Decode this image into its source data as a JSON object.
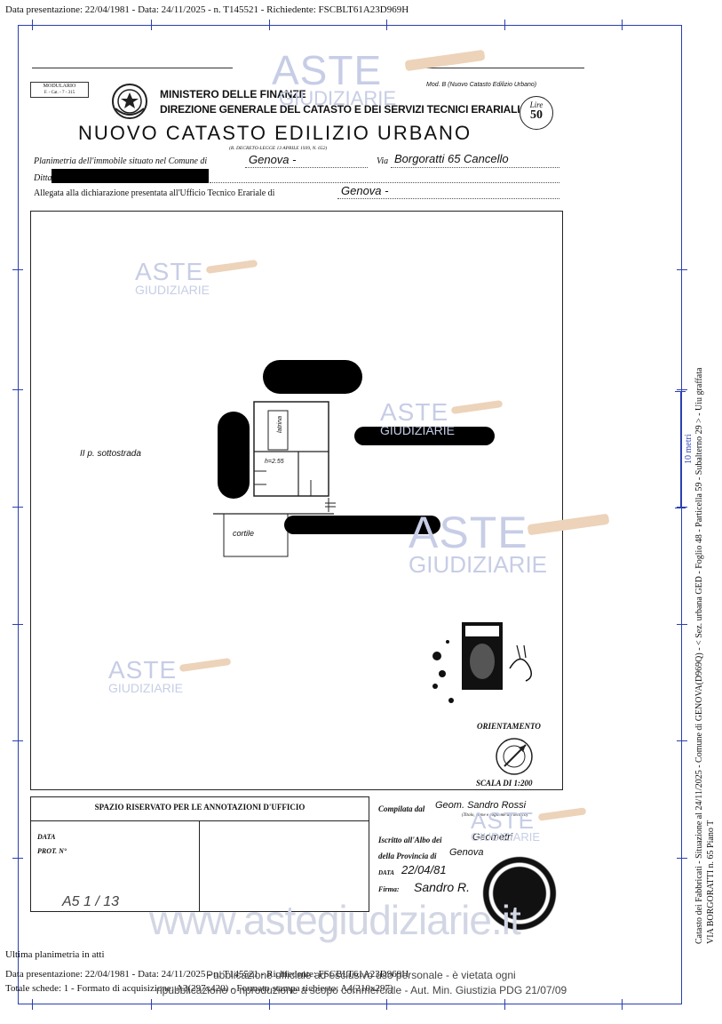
{
  "header": {
    "top_line": "Data presentazione: 22/04/1981 - Data: 24/11/2025 - n. T145521 - Richiedente: FSCBLT61A23D969H"
  },
  "form": {
    "modulario": "MODULARIO",
    "modulario_code": "F. - Cat. - 7 - 315",
    "mod_ref": "Mod. B (Nuovo Catasto Edilizio Urbano)",
    "ministry": "MINISTERO DELLE FINANZE",
    "direction": "DIREZIONE GENERALE DEL CATASTO E DEI SERVIZI TECNICI ERARIALI",
    "main_title": "NUOVO CATASTO EDILIZIO URBANO",
    "decree": "(R. DECRETO-LEGGE 13 APRILE 1939, N. 652)",
    "stamp_label": "Lire",
    "stamp_value": "50",
    "line1_label": "Planimetria dell'immobile situato nel Comune di",
    "line1_comune": "Genova -",
    "line1_via_label": "Via",
    "line1_via": "Borgoratti 65 Cancello",
    "line2_label": "Ditta",
    "line3_label": "Allegata alla dichiarazione presentata all'Ufficio Tecnico Erariale di",
    "line3_value": "Genova -"
  },
  "plan": {
    "floor_label": "II p. sottostrada",
    "room_label": "latrina",
    "height_label": "h=2.55",
    "courtyard_label": "cortile",
    "orientation_label": "ORIENTAMENTO",
    "scale_label": "SCALA DI 1:200"
  },
  "office": {
    "title": "SPAZIO RISERVATO PER LE ANNOTAZIONI D'UFFICIO",
    "data_label": "DATA",
    "prot_label": "PROT. N°",
    "handwritten_code": "A5 1 / 13"
  },
  "compiler": {
    "compiled_label": "Compilata dal",
    "compiled_value": "Geom. Sandro Rossi",
    "title_note": "(Titolo, nome e cognome del tecnico)",
    "albo_label": "Iscritto all'Albo dei",
    "albo_value": "Geometri",
    "province_label": "della Provincia di",
    "province_value": "Genova",
    "date_label": "DATA",
    "date_value": "22/04/81",
    "signature_label": "Firma:",
    "signature_value": "Sandro R."
  },
  "footer": {
    "last_plan": "Ultima planimetria in atti",
    "line1": "Data presentazione: 22/04/1981 - Data: 24/11/2025 - n. T145521 - Richiedente: FSCBLT61A23D969H",
    "line2": "Totale schede: 1 - Formato di acquisizione: A3(297x420) - Formato stampa richiesto: A4(210x297)"
  },
  "side": {
    "line1": "Catasto dei Fabbricati - Situazione al 24/11/2025 - Comune di GENOVA(D969Q) - < Sez. urbana GED - Foglio 48 - Particella 59 - Subalterno 29 > - Uiu graffata",
    "line2": "VIA BORGORATTI n. 65 Piano T",
    "scale": "10 metri"
  },
  "watermarks": {
    "aste": "ASTE",
    "giudiziarie": "GIUDIZIARIE",
    "site": "www.astegiudiziarie.it",
    "notice1": "Pubblicazione ufficiale ad esclusivo uso personale - è vietata ogni",
    "notice2": "ripubblicazione o riproduzione a scopo commerciale - Aut. Min. Giustizia PDG 21/07/09"
  },
  "colors": {
    "frame": "#2a3fb0",
    "watermark": "#c7cde6",
    "gavel": "#ecd3b9"
  }
}
